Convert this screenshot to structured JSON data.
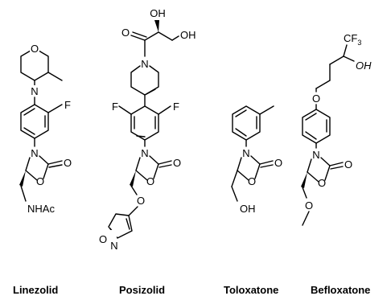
{
  "compounds": [
    {
      "name": "Linezolid",
      "atoms": {
        "morph_o": "O",
        "morph_n": "N",
        "fluoro": "F",
        "ring_n": "N",
        "carbonyl_o": "O",
        "ring_o": "O",
        "side": "NHAc"
      }
    },
    {
      "name": "Posizolid",
      "atoms": {
        "oh1": "OH",
        "oh2": "OH",
        "acyl_o": "O",
        "pyr_n": "N",
        "f_left": "F",
        "f_right": "F",
        "ring_n": "N",
        "carbonyl_o": "O",
        "ring_o": "O",
        "link_o": "O",
        "isox_o": "O",
        "isox_n": "N"
      }
    },
    {
      "name": "Toloxatone",
      "atoms": {
        "ring_n": "N",
        "carbonyl_o": "O",
        "ring_o": "O",
        "oh": "OH"
      }
    },
    {
      "name": "Befloxatone",
      "atoms": {
        "cf3": "CF",
        "cf3_sub": "3",
        "oh": "OH",
        "ether_o": "O",
        "ring_n": "N",
        "carbonyl_o": "O",
        "ring_o": "O",
        "methoxy_o": "O"
      }
    }
  ]
}
